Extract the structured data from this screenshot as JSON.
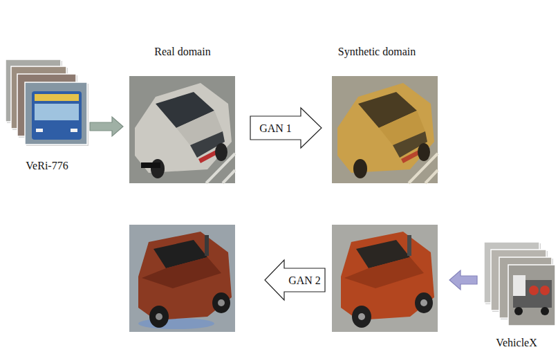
{
  "diagram": {
    "nodes": [
      {
        "text": [
          "VeRi-776"
        ]
      },
      {
        "text": [
          "Real domain"
        ]
      },
      {
        "text": [
          "Synthetic domain"
        ]
      },
      {
        "text": [
          "VehicleX"
        ]
      }
    ],
    "edges": [
      {
        "from": 0,
        "to": 1,
        "arrow": "to"
      },
      {
        "from": 1,
        "to": 2,
        "label": "GAN 1",
        "arrow": "to"
      },
      {
        "from": 2,
        "to": 1,
        "label": "GAN 2",
        "arrow": "to"
      },
      {
        "from": 3,
        "to": 2,
        "arrow": "to"
      }
    ]
  }
}
